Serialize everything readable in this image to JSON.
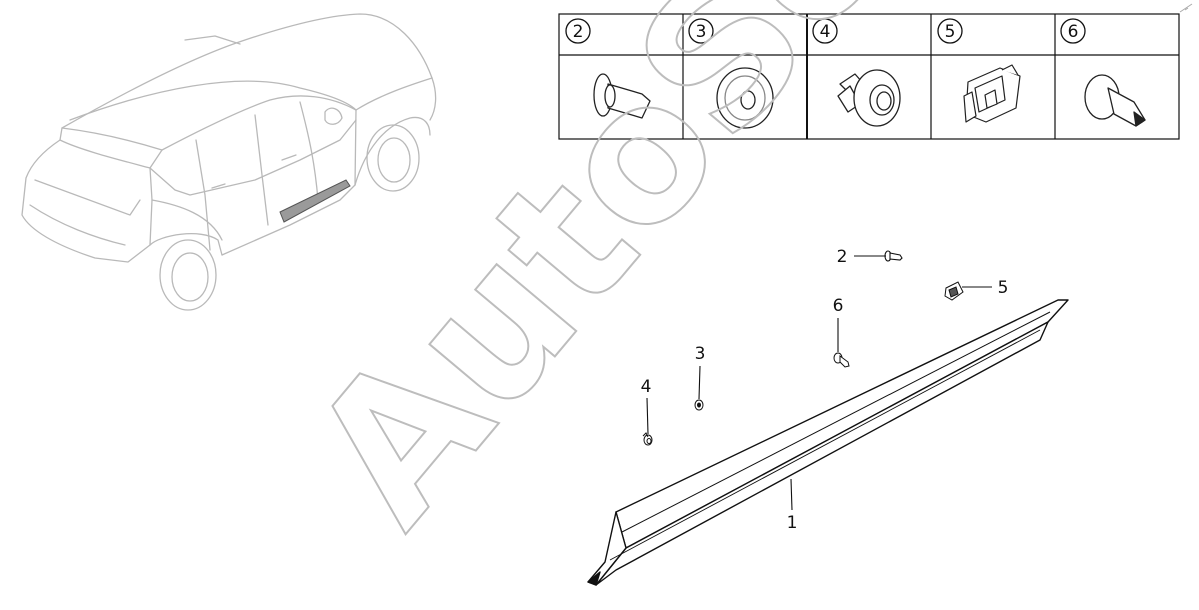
{
  "watermark": {
    "text": "AutoSoft"
  },
  "parts_table": {
    "cells": [
      {
        "number": "2",
        "icon": "bolt-icon"
      },
      {
        "number": "3",
        "icon": "washer-icon"
      },
      {
        "number": "4",
        "icon": "push-clip-icon"
      },
      {
        "number": "5",
        "icon": "metal-clip-icon"
      },
      {
        "number": "6",
        "icon": "plastic-rivet-icon"
      }
    ]
  },
  "callouts": [
    {
      "label": "1",
      "part": "side-sill-moulding"
    },
    {
      "label": "2",
      "part": "bolt"
    },
    {
      "label": "3",
      "part": "washer"
    },
    {
      "label": "4",
      "part": "push-clip"
    },
    {
      "label": "5",
      "part": "metal-clip"
    },
    {
      "label": "6",
      "part": "plastic-rivet"
    }
  ],
  "colors": {
    "line": "#111111",
    "car_outline": "#b9b9b9",
    "highlight": "#9a9a9a",
    "watermark": "#bdbdbd"
  }
}
